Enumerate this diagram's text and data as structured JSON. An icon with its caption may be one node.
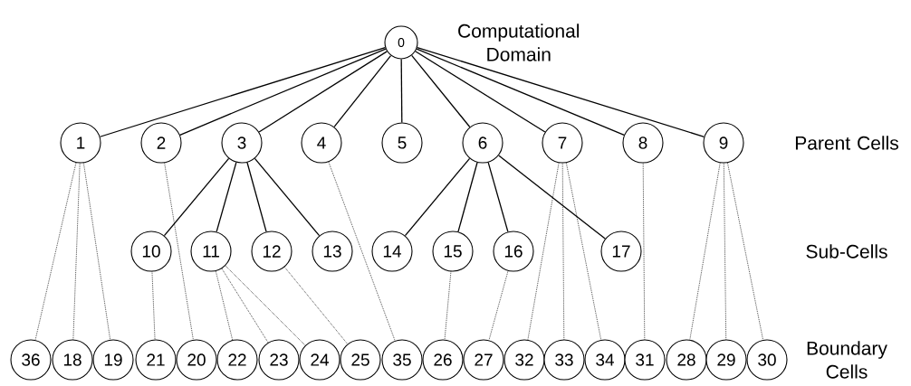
{
  "diagram": {
    "nodes": [
      {
        "text": [
          "0"
        ],
        "beside": [
          "Computational Domain"
        ]
      },
      {
        "text": [
          "1"
        ]
      },
      {
        "text": [
          "2"
        ]
      },
      {
        "text": [
          "3"
        ]
      },
      {
        "text": [
          "4"
        ]
      },
      {
        "text": [
          "5"
        ]
      },
      {
        "text": [
          "6"
        ]
      },
      {
        "text": [
          "7"
        ]
      },
      {
        "text": [
          "8"
        ]
      },
      {
        "text": [
          "9"
        ]
      },
      {
        "text": [
          "10"
        ]
      },
      {
        "text": [
          "11"
        ]
      },
      {
        "text": [
          "12"
        ]
      },
      {
        "text": [
          "13"
        ]
      },
      {
        "text": [
          "14"
        ]
      },
      {
        "text": [
          "15"
        ]
      },
      {
        "text": [
          "16"
        ]
      },
      {
        "text": [
          "17"
        ]
      },
      {
        "text": [
          "36"
        ]
      },
      {
        "text": [
          "18"
        ]
      },
      {
        "text": [
          "19"
        ]
      },
      {
        "text": [
          "21"
        ]
      },
      {
        "text": [
          "20"
        ]
      },
      {
        "text": [
          "22"
        ]
      },
      {
        "text": [
          "23"
        ]
      },
      {
        "text": [
          "24"
        ]
      },
      {
        "text": [
          "25"
        ]
      },
      {
        "text": [
          "35"
        ]
      },
      {
        "text": [
          "26"
        ]
      },
      {
        "text": [
          "27"
        ]
      },
      {
        "text": [
          "32"
        ]
      },
      {
        "text": [
          "33"
        ]
      },
      {
        "text": [
          "34"
        ]
      },
      {
        "text": [
          "31"
        ]
      },
      {
        "text": [
          "28"
        ]
      },
      {
        "text": [
          "29"
        ]
      },
      {
        "text": [
          "30"
        ]
      }
    ],
    "edges": [
      {
        "from": 0,
        "to": 1,
        "arrow": "none"
      },
      {
        "from": 0,
        "to": 2,
        "arrow": "none"
      },
      {
        "from": 0,
        "to": 3,
        "arrow": "none"
      },
      {
        "from": 0,
        "to": 4,
        "arrow": "none"
      },
      {
        "from": 0,
        "to": 5,
        "arrow": "none"
      },
      {
        "from": 0,
        "to": 6,
        "arrow": "none"
      },
      {
        "from": 0,
        "to": 7,
        "arrow": "none"
      },
      {
        "from": 0,
        "to": 8,
        "arrow": "none"
      },
      {
        "from": 0,
        "to": 9,
        "arrow": "none"
      },
      {
        "from": 3,
        "to": 10,
        "arrow": "none"
      },
      {
        "from": 3,
        "to": 11,
        "arrow": "none"
      },
      {
        "from": 3,
        "to": 12,
        "arrow": "none"
      },
      {
        "from": 3,
        "to": 13,
        "arrow": "none"
      },
      {
        "from": 6,
        "to": 14,
        "arrow": "none"
      },
      {
        "from": 6,
        "to": 15,
        "arrow": "none"
      },
      {
        "from": 6,
        "to": 16,
        "arrow": "none"
      },
      {
        "from": 6,
        "to": 17,
        "arrow": "none"
      },
      {
        "from": 1,
        "to": 18,
        "arrow": "none",
        "style": "dashed"
      },
      {
        "from": 1,
        "to": 19,
        "arrow": "none",
        "style": "dashed"
      },
      {
        "from": 1,
        "to": 20,
        "arrow": "none",
        "style": "dashed"
      },
      {
        "from": 10,
        "to": 21,
        "arrow": "none",
        "style": "dashed"
      },
      {
        "from": 2,
        "to": 22,
        "arrow": "none",
        "style": "dashed"
      },
      {
        "from": 11,
        "to": 23,
        "arrow": "none",
        "style": "dashed"
      },
      {
        "from": 11,
        "to": 24,
        "arrow": "none",
        "style": "dashed"
      },
      {
        "from": 11,
        "to": 25,
        "arrow": "none",
        "style": "dashed"
      },
      {
        "from": 12,
        "to": 26,
        "arrow": "none",
        "style": "dashed"
      },
      {
        "from": 4,
        "to": 27,
        "arrow": "none",
        "style": "dashed"
      },
      {
        "from": 15,
        "to": 28,
        "arrow": "none",
        "style": "dashed"
      },
      {
        "from": 16,
        "to": 29,
        "arrow": "none",
        "style": "dashed"
      },
      {
        "from": 7,
        "to": 30,
        "arrow": "none",
        "style": "dashed"
      },
      {
        "from": 7,
        "to": 31,
        "arrow": "none",
        "style": "dashed"
      },
      {
        "from": 7,
        "to": 32,
        "arrow": "none",
        "style": "dashed"
      },
      {
        "from": 8,
        "to": 33,
        "arrow": "none",
        "style": "dashed"
      },
      {
        "from": 9,
        "to": 34,
        "arrow": "none",
        "style": "dashed"
      },
      {
        "from": 9,
        "to": 35,
        "arrow": "none",
        "style": "dashed"
      },
      {
        "from": 9,
        "to": 36,
        "arrow": "none",
        "style": "dashed"
      }
    ],
    "labels": [
      "Parent Cells",
      "Sub-Cells",
      "Boundary Cells"
    ]
  }
}
